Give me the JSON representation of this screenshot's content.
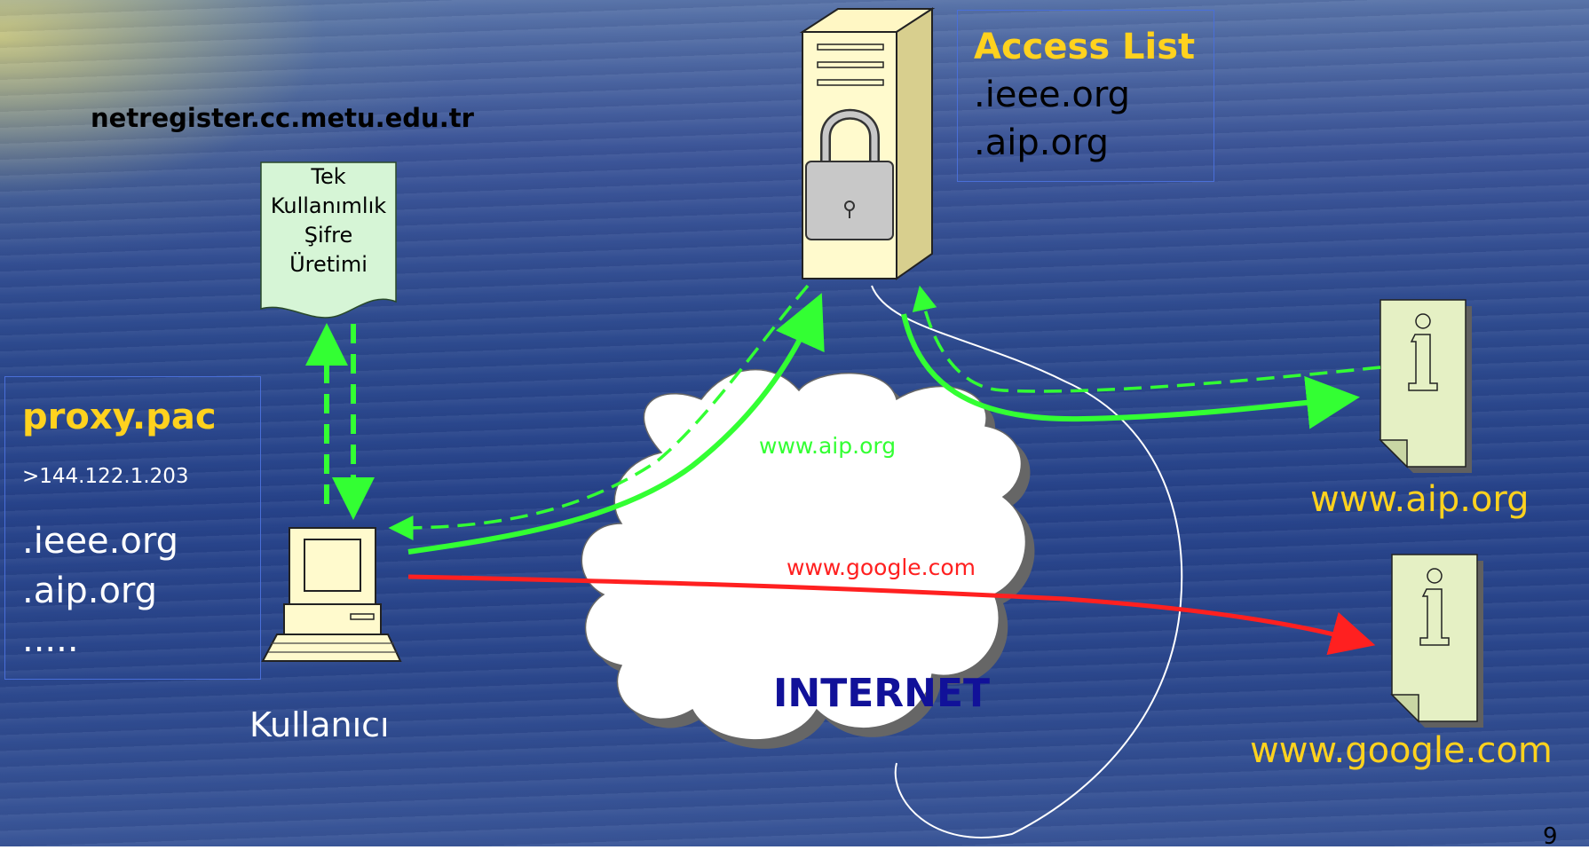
{
  "header": {
    "server_name": "netregister.cc.metu.edu.tr"
  },
  "otp_note": {
    "lines": [
      "Tek",
      "Kullanımlık",
      "Şifre",
      "Üretimi"
    ]
  },
  "access_list": {
    "title": "Access List",
    "items": [
      ".ieee.org",
      ".aip.org"
    ]
  },
  "proxy_pac": {
    "title": "proxy.pac",
    "ip": ">144.122.1.203",
    "items": [
      ".ieee.org",
      ".aip.org",
      "....."
    ]
  },
  "client": {
    "label": "Kullanıcı"
  },
  "cloud": {
    "label": "INTERNET"
  },
  "flows": {
    "aip_label": "www.aip.org",
    "google_label": "www.google.com"
  },
  "sites": {
    "aip": "www.aip.org",
    "google": "www.google.com"
  },
  "footer": {
    "page_number": "9"
  },
  "colors": {
    "title_yellow": "#ffd21e",
    "allowed_flow": "#33ff33",
    "direct_flow": "#ff2020",
    "internet_text": "#111199"
  },
  "icons": [
    "server-lock-icon",
    "computer-icon",
    "info-document-icon",
    "cloud-icon",
    "note-icon"
  ]
}
